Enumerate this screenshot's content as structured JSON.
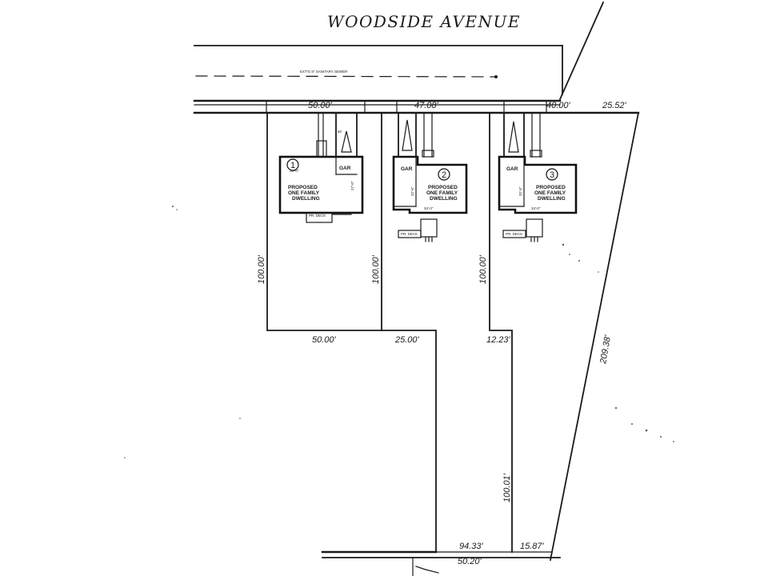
{
  "street": {
    "name": "WOODSIDE AVENUE",
    "sewer_label": "EXT'G 8\" SANITARY SEWER"
  },
  "frontage": [
    "50.00'",
    "47.08'",
    "40.00'",
    "25.52'"
  ],
  "side_dims": {
    "lot1_depth": "100.00'",
    "lot2_depth": "100.00'",
    "lot3_depth": "100.00'",
    "east_side": "209.38'"
  },
  "rear_dims": {
    "lot1_rear": "50.00'",
    "lot2_rear": "25.00'",
    "lot3_rear": "12.23'",
    "flag_depth": "100.01'",
    "bottom_left": "94.33'",
    "bottom_right": "15.87'",
    "bottom_full": "50.20'"
  },
  "houses": [
    {
      "number": "1",
      "garage": "GAR",
      "desc": [
        "PROPOSED",
        "ONE FAMILY",
        "DWELLING"
      ],
      "width": "34'-0\"",
      "depth": "27'-0\"",
      "deck": "PR. DECK",
      "driveway_width": "60"
    },
    {
      "number": "2",
      "garage": "GAR",
      "desc": [
        "PROPOSED",
        "ONE FAMILY",
        "DWELLING"
      ],
      "width": "34'-0\"",
      "depth": "32'-6\"",
      "deck": "PR. DECK"
    },
    {
      "number": "3",
      "garage": "GAR",
      "desc": [
        "PROPOSED",
        "ONE FAMILY",
        "DWELLING"
      ],
      "width": "34'-0\"",
      "depth": "32'-6\"",
      "deck": "PR. DECK"
    }
  ]
}
